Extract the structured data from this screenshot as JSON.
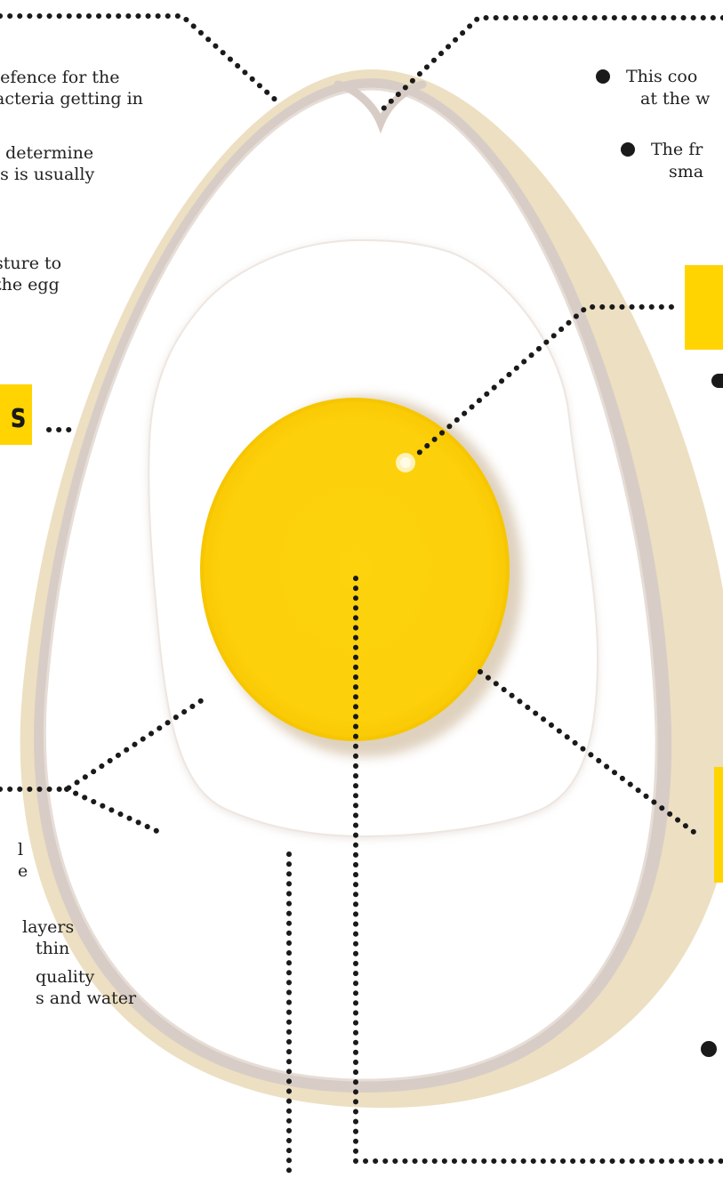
{
  "colors": {
    "outer_shell": "#eddfc2",
    "membrane": "#d8cdc6",
    "white": "#ffffff",
    "thin_white_edge": "#ece3dc",
    "yolk": "#fcd10a",
    "yolk_rim": "#f6c600",
    "label_box": "#ffd400",
    "text": "#222222",
    "leader_dots": "#1a1a1a"
  },
  "left_text": [
    "lefence for the",
    "acteria getting in",
    "l determine",
    "is is usually",
    "sture to",
    "the egg",
    "l",
    "e",
    " layers",
    "thin",
    "quality",
    "s and water"
  ],
  "right_text": [
    "This coo",
    "at the w",
    "The fr",
    "sma"
  ],
  "labels": {
    "left_tag": "s"
  }
}
